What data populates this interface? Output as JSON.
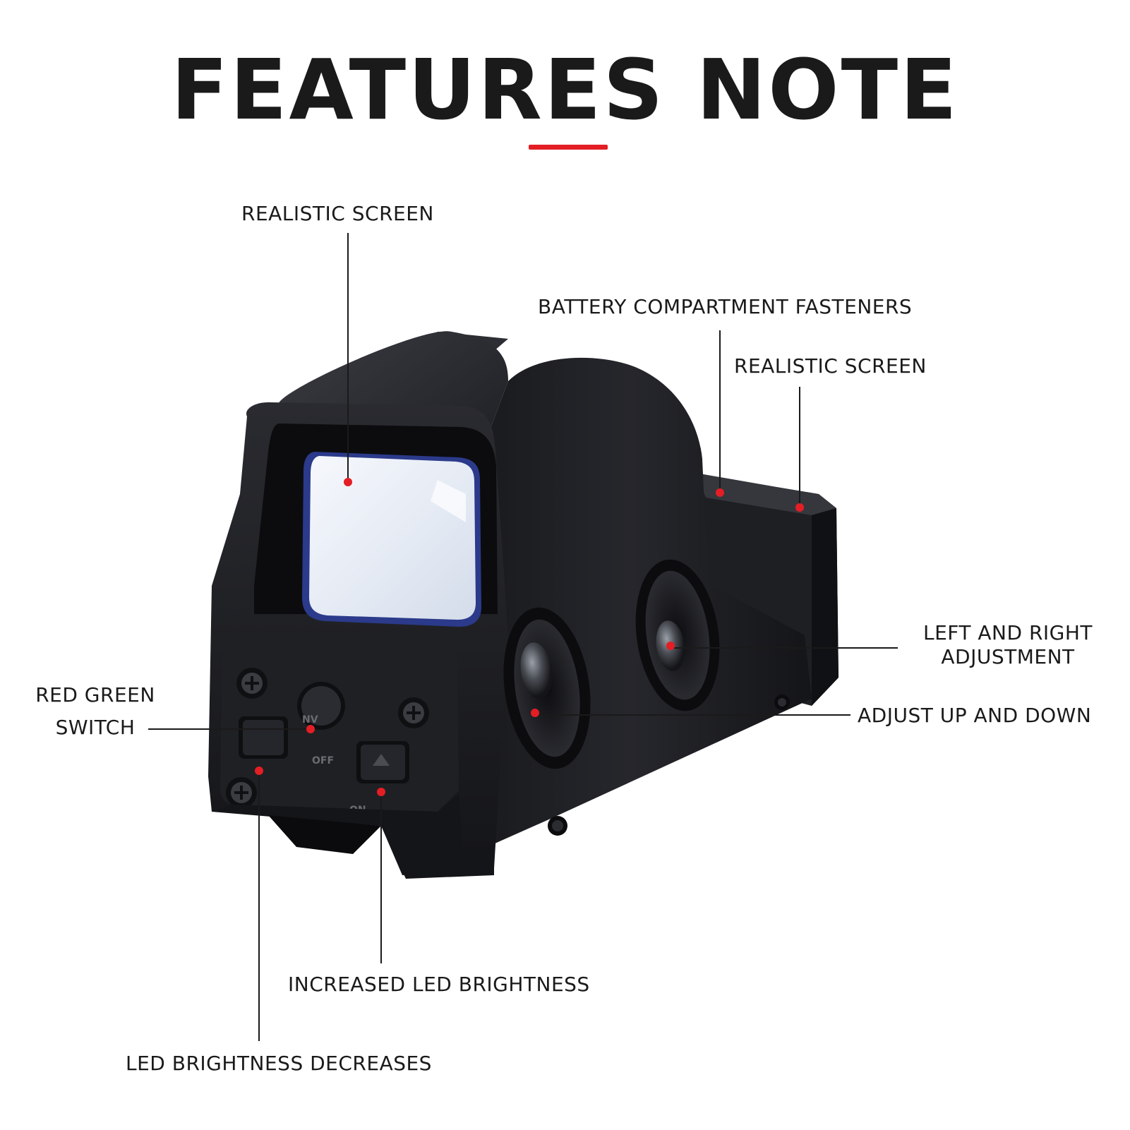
{
  "title": "FEATURES NOTE",
  "colors": {
    "accent": "#e31e24",
    "body_dark": "#1c1d20",
    "lens": "#e9eef6",
    "leader": "#1a1a1a"
  },
  "device": {
    "switch_marks": {
      "nv": "NV",
      "off": "OFF",
      "on": "ON"
    }
  },
  "callouts": {
    "realistic_screen_front": "REALISTIC SCREEN",
    "battery_fasteners": "BATTERY COMPARTMENT FASTENERS",
    "realistic_screen_rear": "REALISTIC SCREEN",
    "left_right_line1": "LEFT AND RIGHT",
    "left_right_line2": "ADJUSTMENT",
    "up_down": "ADJUST UP AND DOWN",
    "red_green_line1": "RED GREEN",
    "red_green_line2": "SWITCH",
    "increased_led": "INCREASED LED BRIGHTNESS",
    "decreases_led": "LED BRIGHTNESS DECREASES"
  }
}
